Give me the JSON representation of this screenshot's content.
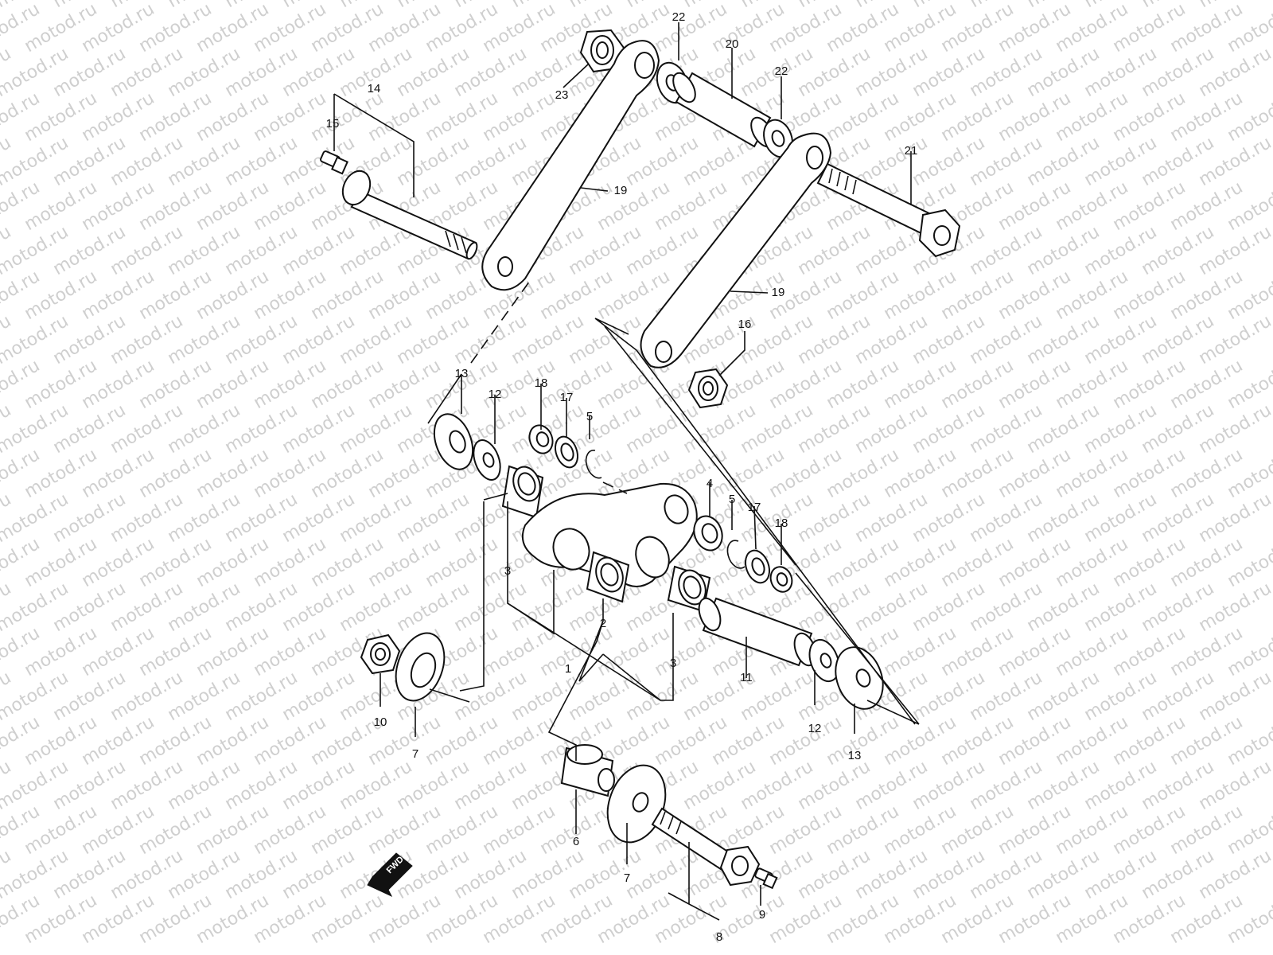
{
  "watermark": "motod.ru",
  "fwd_label": "FWD",
  "callouts": [
    {
      "id": "c1",
      "text": "1"
    },
    {
      "id": "c2",
      "text": "2"
    },
    {
      "id": "c3a",
      "text": "3"
    },
    {
      "id": "c3b",
      "text": "3"
    },
    {
      "id": "c4",
      "text": "4"
    },
    {
      "id": "c5a",
      "text": "5"
    },
    {
      "id": "c5b",
      "text": "5"
    },
    {
      "id": "c6",
      "text": "6"
    },
    {
      "id": "c7a",
      "text": "7"
    },
    {
      "id": "c7b",
      "text": "7"
    },
    {
      "id": "c8",
      "text": "8"
    },
    {
      "id": "c9",
      "text": "9"
    },
    {
      "id": "c10",
      "text": "10"
    },
    {
      "id": "c11",
      "text": "11"
    },
    {
      "id": "c12a",
      "text": "12"
    },
    {
      "id": "c12b",
      "text": "12"
    },
    {
      "id": "c13a",
      "text": "13"
    },
    {
      "id": "c13b",
      "text": "13"
    },
    {
      "id": "c14",
      "text": "14"
    },
    {
      "id": "c15",
      "text": "15"
    },
    {
      "id": "c16",
      "text": "16"
    },
    {
      "id": "c17a",
      "text": "17"
    },
    {
      "id": "c17b",
      "text": "17"
    },
    {
      "id": "c18a",
      "text": "18"
    },
    {
      "id": "c18b",
      "text": "18"
    },
    {
      "id": "c19a",
      "text": "19"
    },
    {
      "id": "c19b",
      "text": "19"
    },
    {
      "id": "c20",
      "text": "20"
    },
    {
      "id": "c21",
      "text": "21"
    },
    {
      "id": "c22a",
      "text": "22"
    },
    {
      "id": "c22b",
      "text": "22"
    },
    {
      "id": "c23",
      "text": "23"
    }
  ]
}
